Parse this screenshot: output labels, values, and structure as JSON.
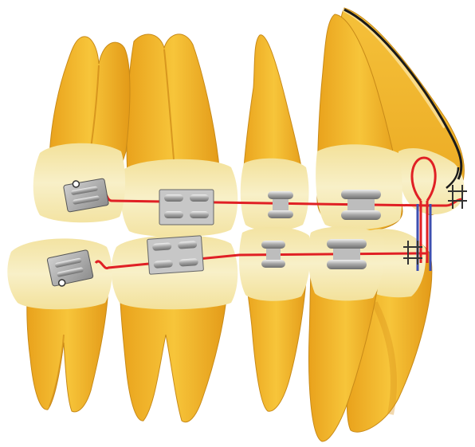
{
  "figure": {
    "subject": "orthodontic-appliance-on-teeth",
    "colors": {
      "background": "#ffffff",
      "tooth_crown": "#f6ecb0",
      "tooth_enamel_light": "#fbf6d8",
      "tooth_root": "#f0b52a",
      "tooth_root_dark": "#d9901a",
      "bracket_metal": "#9a9a9a",
      "bracket_light": "#d8d8d8",
      "archwire_red": "#e02025",
      "archwire_blue": "#3d4fb0",
      "outline": "#1a1a1a"
    },
    "teeth": {
      "upper": [
        "upper-molar",
        "upper-premolar",
        "upper-canine",
        "upper-lateral-incisor",
        "upper-central-incisor"
      ],
      "lower": [
        "lower-molar",
        "lower-premolar",
        "lower-canine",
        "lower-incisor",
        "lower-central-incisor"
      ]
    },
    "appliance": {
      "upper_wire_color": "red",
      "lower_wire_color": "red",
      "vertical_loop_colors": [
        "red",
        "blue"
      ]
    }
  }
}
